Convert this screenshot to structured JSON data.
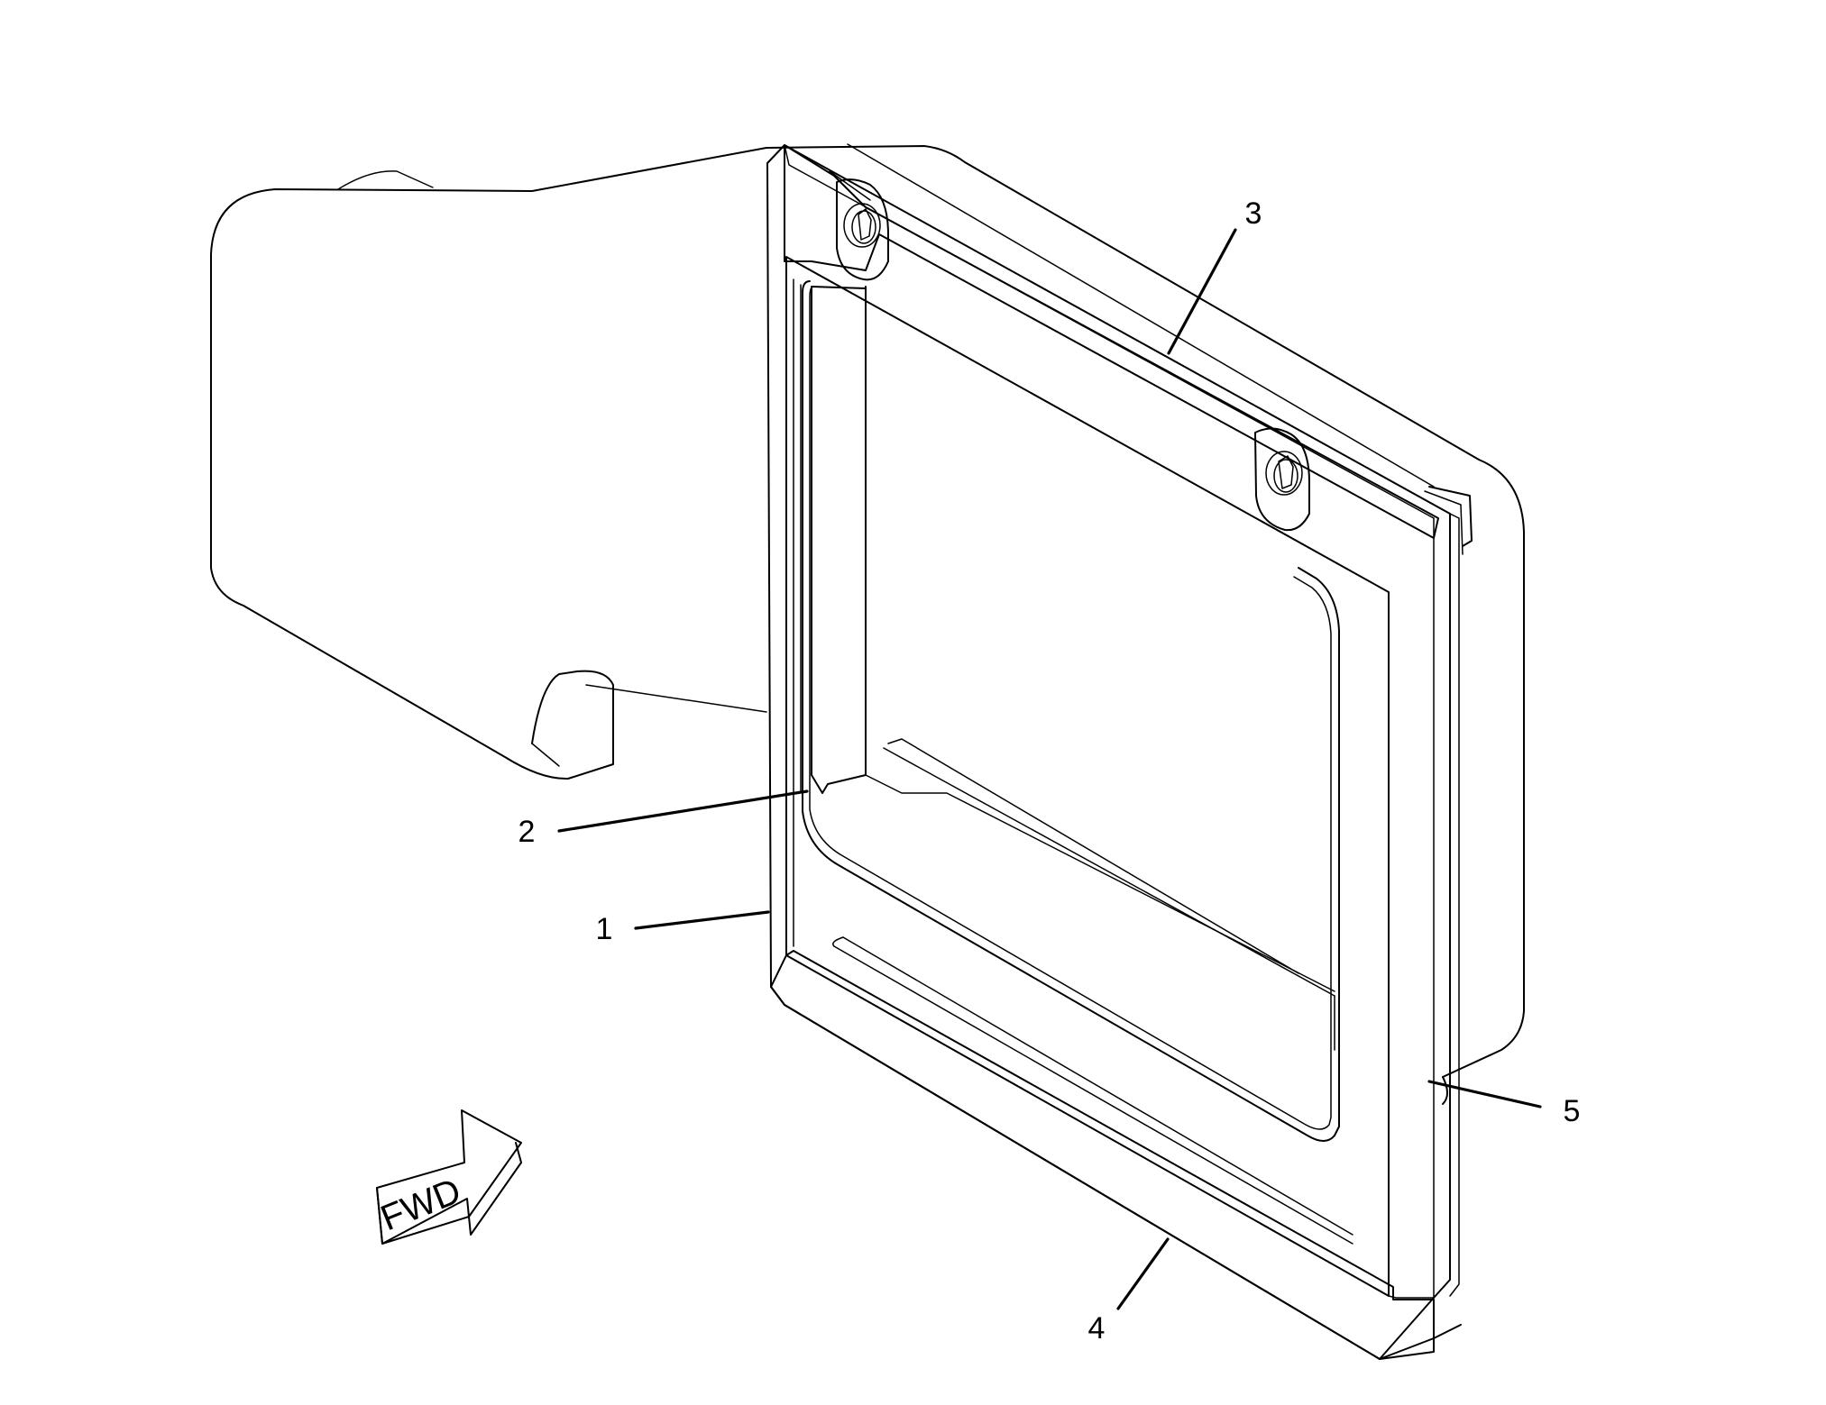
{
  "figure": {
    "callouts": [
      {
        "id": "1",
        "label": "1"
      },
      {
        "id": "2",
        "label": "2"
      },
      {
        "id": "3",
        "label": "3"
      },
      {
        "id": "4",
        "label": "4"
      },
      {
        "id": "5",
        "label": "5"
      }
    ],
    "direction_arrow": {
      "label": "FWD",
      "icon": "forward-arrow-icon"
    },
    "colors": {
      "line": "#000000",
      "background": "#ffffff",
      "stipple": "#000000"
    }
  }
}
